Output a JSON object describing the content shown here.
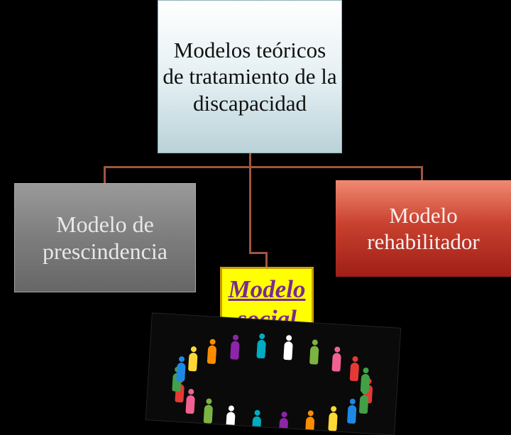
{
  "diagram": {
    "root": {
      "label": "Modelos teóricos de tratamiento de la discapacidad"
    },
    "children": [
      {
        "label": "Modelo de prescindencia"
      },
      {
        "label": "Modelo social"
      },
      {
        "label": "Modelo rehabilitador"
      }
    ]
  },
  "colors": {
    "root_fill": "#dce9ee",
    "prescindencia_fill": "#7f7f7f",
    "social_fill": "#ffff00",
    "social_text": "#7a2b8f",
    "rehab_fill": "#c9412f",
    "connector": "#a0553e"
  },
  "image": {
    "description_icon": "people-circle-picture"
  }
}
